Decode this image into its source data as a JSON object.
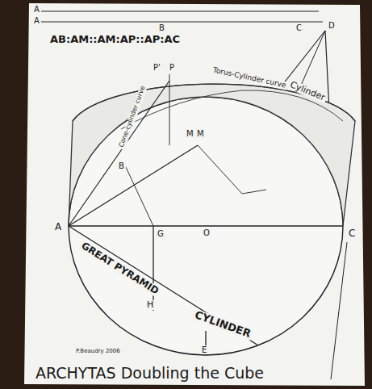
{
  "diagram": {
    "caption": "ARCHYTAS Doubling the Cube",
    "labels": [
      "A",
      "A",
      "B",
      "C",
      "D",
      "AB:AM::AM:AP::AP:AC",
      "P'",
      "P",
      "Torus-Cylinder curve",
      "Cylinder",
      "Cone-cylinder curve",
      "B",
      "M",
      "M",
      "A",
      "G",
      "O",
      "C",
      "GREAT PYRAMID",
      "H",
      "CYLINDER",
      "E",
      "P.Beaudry 2006"
    ]
  }
}
